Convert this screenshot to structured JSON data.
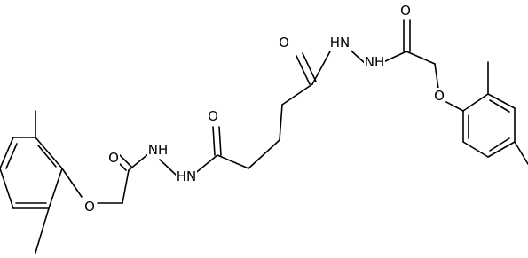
{
  "molecule": {
    "atoms": [
      {
        "id": "o_left_carbonyl",
        "symbol": "O"
      },
      {
        "id": "nh_left_1",
        "symbol": "NH"
      },
      {
        "id": "hn_left_2",
        "symbol": "HN"
      },
      {
        "id": "o_left_ether",
        "symbol": "O"
      },
      {
        "id": "o_center_left",
        "symbol": "O"
      },
      {
        "id": "o_center_right",
        "symbol": "O"
      },
      {
        "id": "hn_right_1",
        "symbol": "HN"
      },
      {
        "id": "nh_right_2",
        "symbol": "NH"
      },
      {
        "id": "o_right_carbonyl",
        "symbol": "O"
      },
      {
        "id": "o_right_ether",
        "symbol": "O"
      }
    ]
  },
  "colors": {
    "bond": "#000000",
    "label": "#000000",
    "background": "#ffffff"
  }
}
